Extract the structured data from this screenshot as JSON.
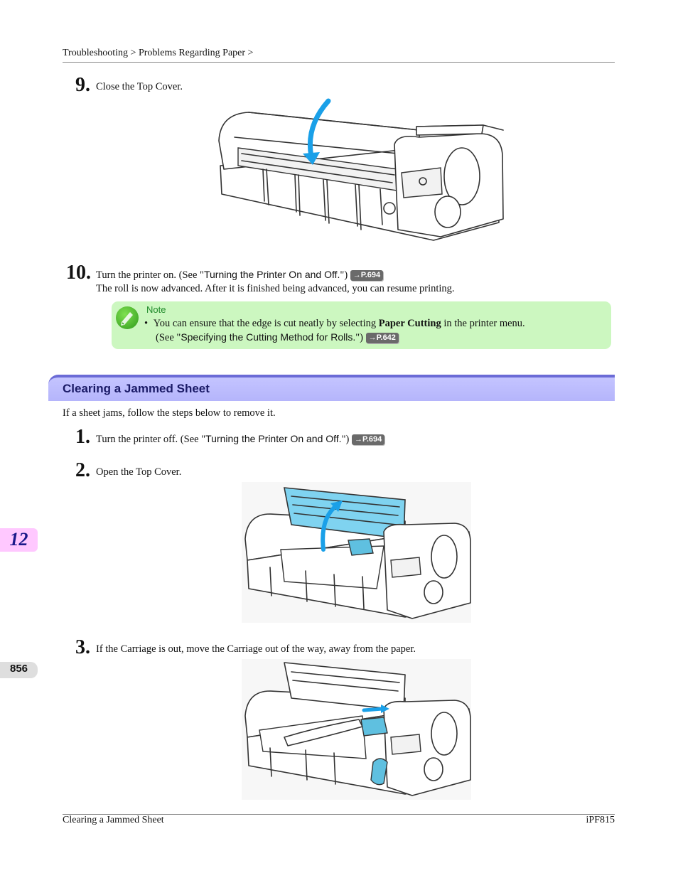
{
  "header": {
    "breadcrumb": "Troubleshooting > Problems Regarding Paper >"
  },
  "steps_top": [
    {
      "num": "9.",
      "text": "Close the Top Cover."
    },
    {
      "num": "10.",
      "text_pre": "Turn the printer on.  (See \"",
      "link": "Turning the Printer On and Off.",
      "text_post": "\")",
      "page_ref": "→P.694",
      "line2": "The roll is now advanced. After it is finished being advanced, you can resume printing."
    }
  ],
  "note": {
    "label": "Note",
    "bullet": "•",
    "line1_pre": "You can ensure that the edge is cut neatly by selecting ",
    "line1_bold": "Paper Cutting",
    "line1_post": " in the printer menu.",
    "line2_pre": "(See \"",
    "line2_link": "Specifying the Cutting Method for Rolls.",
    "line2_post": "\")",
    "page_ref": "→P.642"
  },
  "section": {
    "title": "Clearing a Jammed Sheet",
    "intro": "If a sheet jams, follow the steps below to remove it."
  },
  "steps_section": [
    {
      "num": "1.",
      "text_pre": "Turn the printer off.  (See \"",
      "link": "Turning the Printer On and Off.",
      "text_post": "\")",
      "page_ref": "→P.694"
    },
    {
      "num": "2.",
      "text": "Open the Top Cover."
    },
    {
      "num": "3.",
      "text": "If the Carriage is out, move the Carriage out of the way, away from the paper."
    }
  ],
  "side": {
    "chapter": "12",
    "page": "856"
  },
  "footer": {
    "left": "Clearing a Jammed Sheet",
    "right": "iPF815"
  },
  "colors": {
    "highlight_blue": "#7fd3f0",
    "arrow_blue": "#1aa0e8",
    "note_bg": "#ccf7c0",
    "section_bg": "#c0c0ff"
  }
}
